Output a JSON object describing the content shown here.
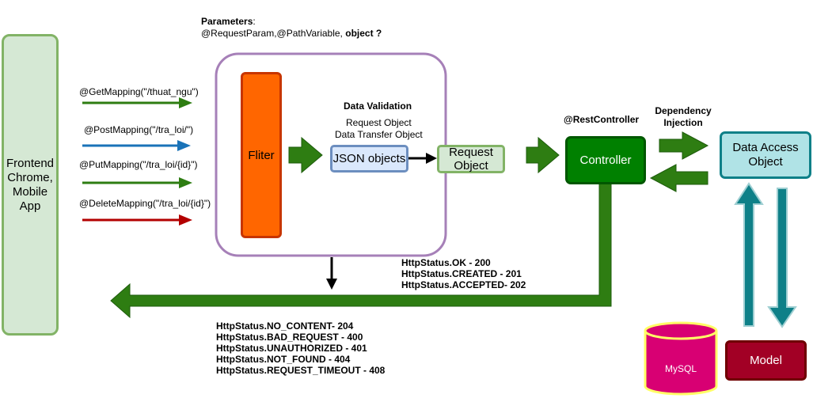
{
  "frontend": {
    "label": "Frontend Chrome, Mobile App"
  },
  "parameters": {
    "title": "Parameters",
    "colon": ":",
    "line": "@RequestParam,@PathVariable, ",
    "line_bold": "object ?"
  },
  "mappings": [
    {
      "label": "@GetMapping(\"/thuat_ngu\")",
      "color": "#2e7d12"
    },
    {
      "label": "@PostMapping(\"/tra_loi/\")",
      "color": "#1a73b8"
    },
    {
      "label": "@PutMapping(\"/tra_loi/{id}\")",
      "color": "#2e7d12"
    },
    {
      "label": "@DeleteMapping(\"/tra_loi/{id}\")",
      "color": "#b30000"
    }
  ],
  "filter": {
    "label": "Fliter",
    "color": "#ff6600"
  },
  "validation": {
    "title": "Data Validation",
    "line1": "Request Object",
    "line2": "Data Transfer Object",
    "json_objects": "JSON objects"
  },
  "request_object": {
    "label": "Request Object"
  },
  "rest_controller": {
    "annotation": "@RestController",
    "label": "Controller"
  },
  "dependency_injection": {
    "label": "Dependency Injection"
  },
  "dao": {
    "label": "Data Access Object"
  },
  "mysql": {
    "label": "MySQL"
  },
  "model": {
    "label": "Model"
  },
  "status_success": [
    "HttpStatus.OK - 200",
    "HttpStatus.CREATED - 201",
    "HttpStatus.ACCEPTED- 202"
  ],
  "status_errors": [
    "HttpStatus.NO_CONTENT- 204",
    "HttpStatus.BAD_REQUEST - 400",
    "HttpStatus.UNAUTHORIZED - 401",
    "HttpStatus.NOT_FOUND - 404",
    "HttpStatus.REQUEST_TIMEOUT - 408"
  ],
  "colors": {
    "green_arrow": "#2e7d12",
    "frontend_fill": "#d5e8d4",
    "frontend_border": "#82b366",
    "controller_fill": "#008000",
    "dao_fill": "#b0e3e6",
    "dao_border": "#0e8088",
    "mysql_fill": "#d80073",
    "mysql_border": "#ffff66",
    "model_fill": "#a20025",
    "container_border": "#a680b8"
  }
}
